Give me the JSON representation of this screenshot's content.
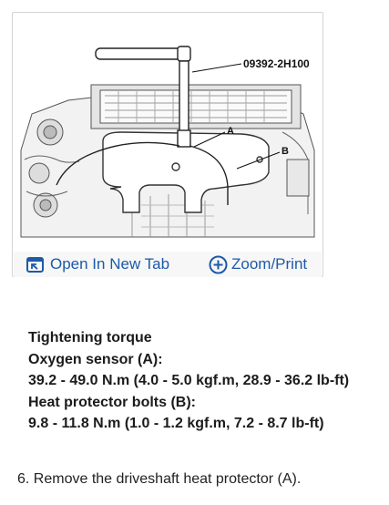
{
  "figure": {
    "labels": {
      "tool": "09392-2H100",
      "a": "A",
      "b": "B"
    }
  },
  "actions": {
    "open_new_tab": "Open In New Tab",
    "zoom_print": "Zoom/Print",
    "open_icon": "open-in-new-tab-icon",
    "zoom_icon": "plus-circle-icon",
    "link_color": "#1d5aa8"
  },
  "spec": {
    "heading": "Tightening torque",
    "oxygen_label": "Oxygen sensor (A):",
    "oxygen_value": "39.2 - 49.0 N.m (4.0 - 5.0 kgf.m, 28.9 - 36.2 lb-ft)",
    "bolts_label": "Heat protector bolts (B):",
    "bolts_value": "9.8 - 11.8 N.m (1.0 - 1.2 kgf.m, 7.2 - 8.7 lb-ft)"
  },
  "step": {
    "text": "6. Remove the driveshaft heat protector (A)."
  }
}
